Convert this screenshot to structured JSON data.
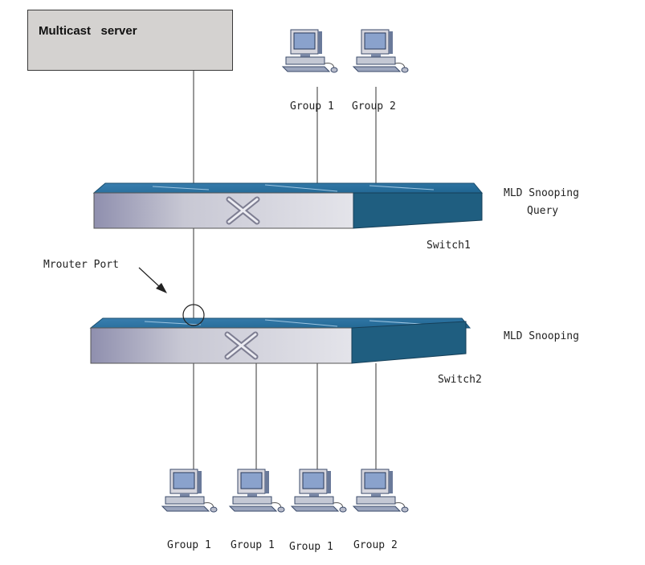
{
  "server": {
    "label": "Multicast   server"
  },
  "top_hosts": [
    {
      "label": "Group 1"
    },
    {
      "label": "Group 2"
    }
  ],
  "bottom_hosts": [
    {
      "label": "Group 1"
    },
    {
      "label": "Group 1"
    },
    {
      "label": "Group 1"
    },
    {
      "label": "Group 2"
    }
  ],
  "switch1": {
    "role_line1": "MLD Snooping",
    "role_line2": "Query",
    "name": "Switch1"
  },
  "switch2": {
    "role": "MLD Snooping",
    "name": "Switch2"
  },
  "mrouter_port": {
    "label": "Mrouter Port"
  },
  "colors": {
    "switch_top": "#2a6f97",
    "switch_side": "#1f5e80",
    "switch_front": "#b8b8c8",
    "server_box": "#d4d2d0"
  }
}
